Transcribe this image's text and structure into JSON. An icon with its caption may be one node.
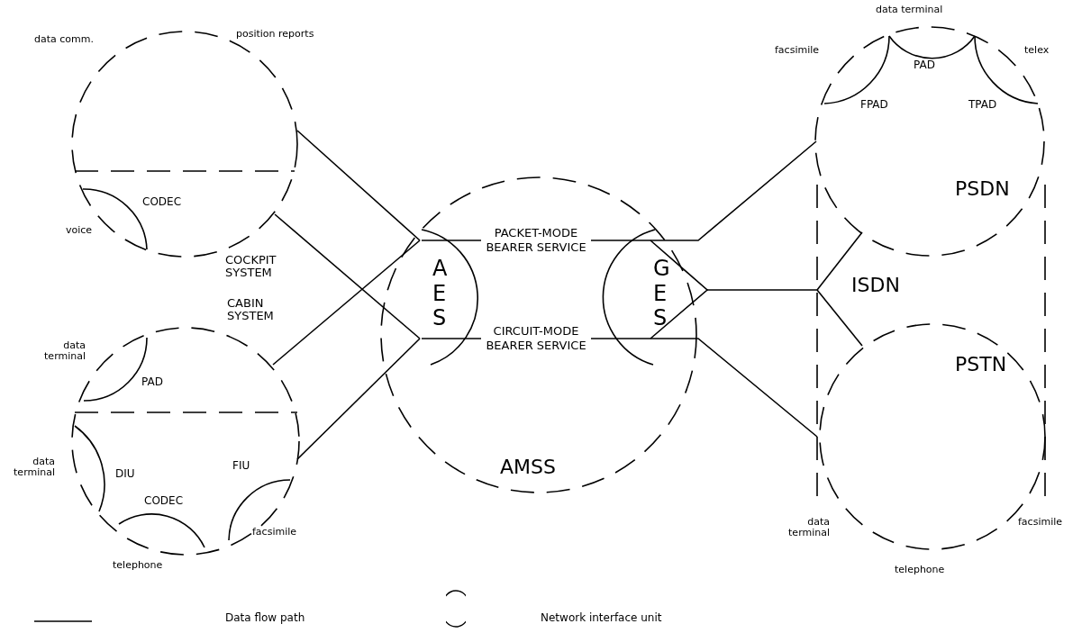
{
  "diagram": {
    "nodes": [
      {
        "text": [
          "COCKPIT SYSTEM"
        ]
      },
      {
        "text": [
          "CODEC"
        ],
        "in": 0
      },
      {
        "text": [
          "CABIN SYSTEM"
        ]
      },
      {
        "text": [
          "PAD"
        ],
        "in": 2
      },
      {
        "text": [
          "DIU"
        ],
        "in": 2
      },
      {
        "text": [
          "CODEC"
        ],
        "in": 2
      },
      {
        "text": [
          "FIU"
        ],
        "in": 2
      },
      {
        "text": [
          "AMSS"
        ]
      },
      {
        "text": [
          "AES"
        ],
        "in": 7
      },
      {
        "text": [
          "GES"
        ],
        "in": 7
      },
      {
        "text": [
          "PSDN"
        ]
      },
      {
        "text": [
          "FPAD"
        ],
        "in": 10
      },
      {
        "text": [
          "PAD"
        ],
        "in": 10
      },
      {
        "text": [
          "TPAD"
        ],
        "in": 10
      },
      {
        "text": [
          "ISDN"
        ]
      },
      {
        "text": [
          "PSTN"
        ]
      }
    ],
    "edges": [
      {
        "from": 0,
        "to": 8,
        "arrow": "none"
      },
      {
        "from": 0,
        "to": 8,
        "arrow": "none"
      },
      {
        "from": 2,
        "to": 8,
        "arrow": "none"
      },
      {
        "from": 2,
        "to": 8,
        "arrow": "none"
      },
      {
        "from": 8,
        "to": 9,
        "arrow": "none",
        "label": "PACKET-MODE BEARER SERVICE"
      },
      {
        "from": 8,
        "to": 9,
        "arrow": "none",
        "label": "CIRCUIT-MODE BEARER SERVICE"
      },
      {
        "from": 9,
        "to": 10,
        "arrow": "none"
      },
      {
        "from": 9,
        "to": 14,
        "arrow": "none"
      },
      {
        "from": 9,
        "to": 15,
        "arrow": "none"
      },
      {
        "from": 14,
        "to": 10,
        "arrow": "none"
      },
      {
        "from": 14,
        "to": 15,
        "arrow": "none"
      }
    ],
    "labels": [
      "data comm.",
      "position reports",
      "voice",
      "data terminal",
      "data terminal",
      "telephone",
      "facsimile",
      "data terminal",
      "facsimile",
      "telex",
      "data terminal",
      "telephone",
      "facsimile"
    ],
    "legend": [
      {
        "text": "Data flow path"
      },
      {
        "text": "Network interface unit"
      }
    ]
  }
}
